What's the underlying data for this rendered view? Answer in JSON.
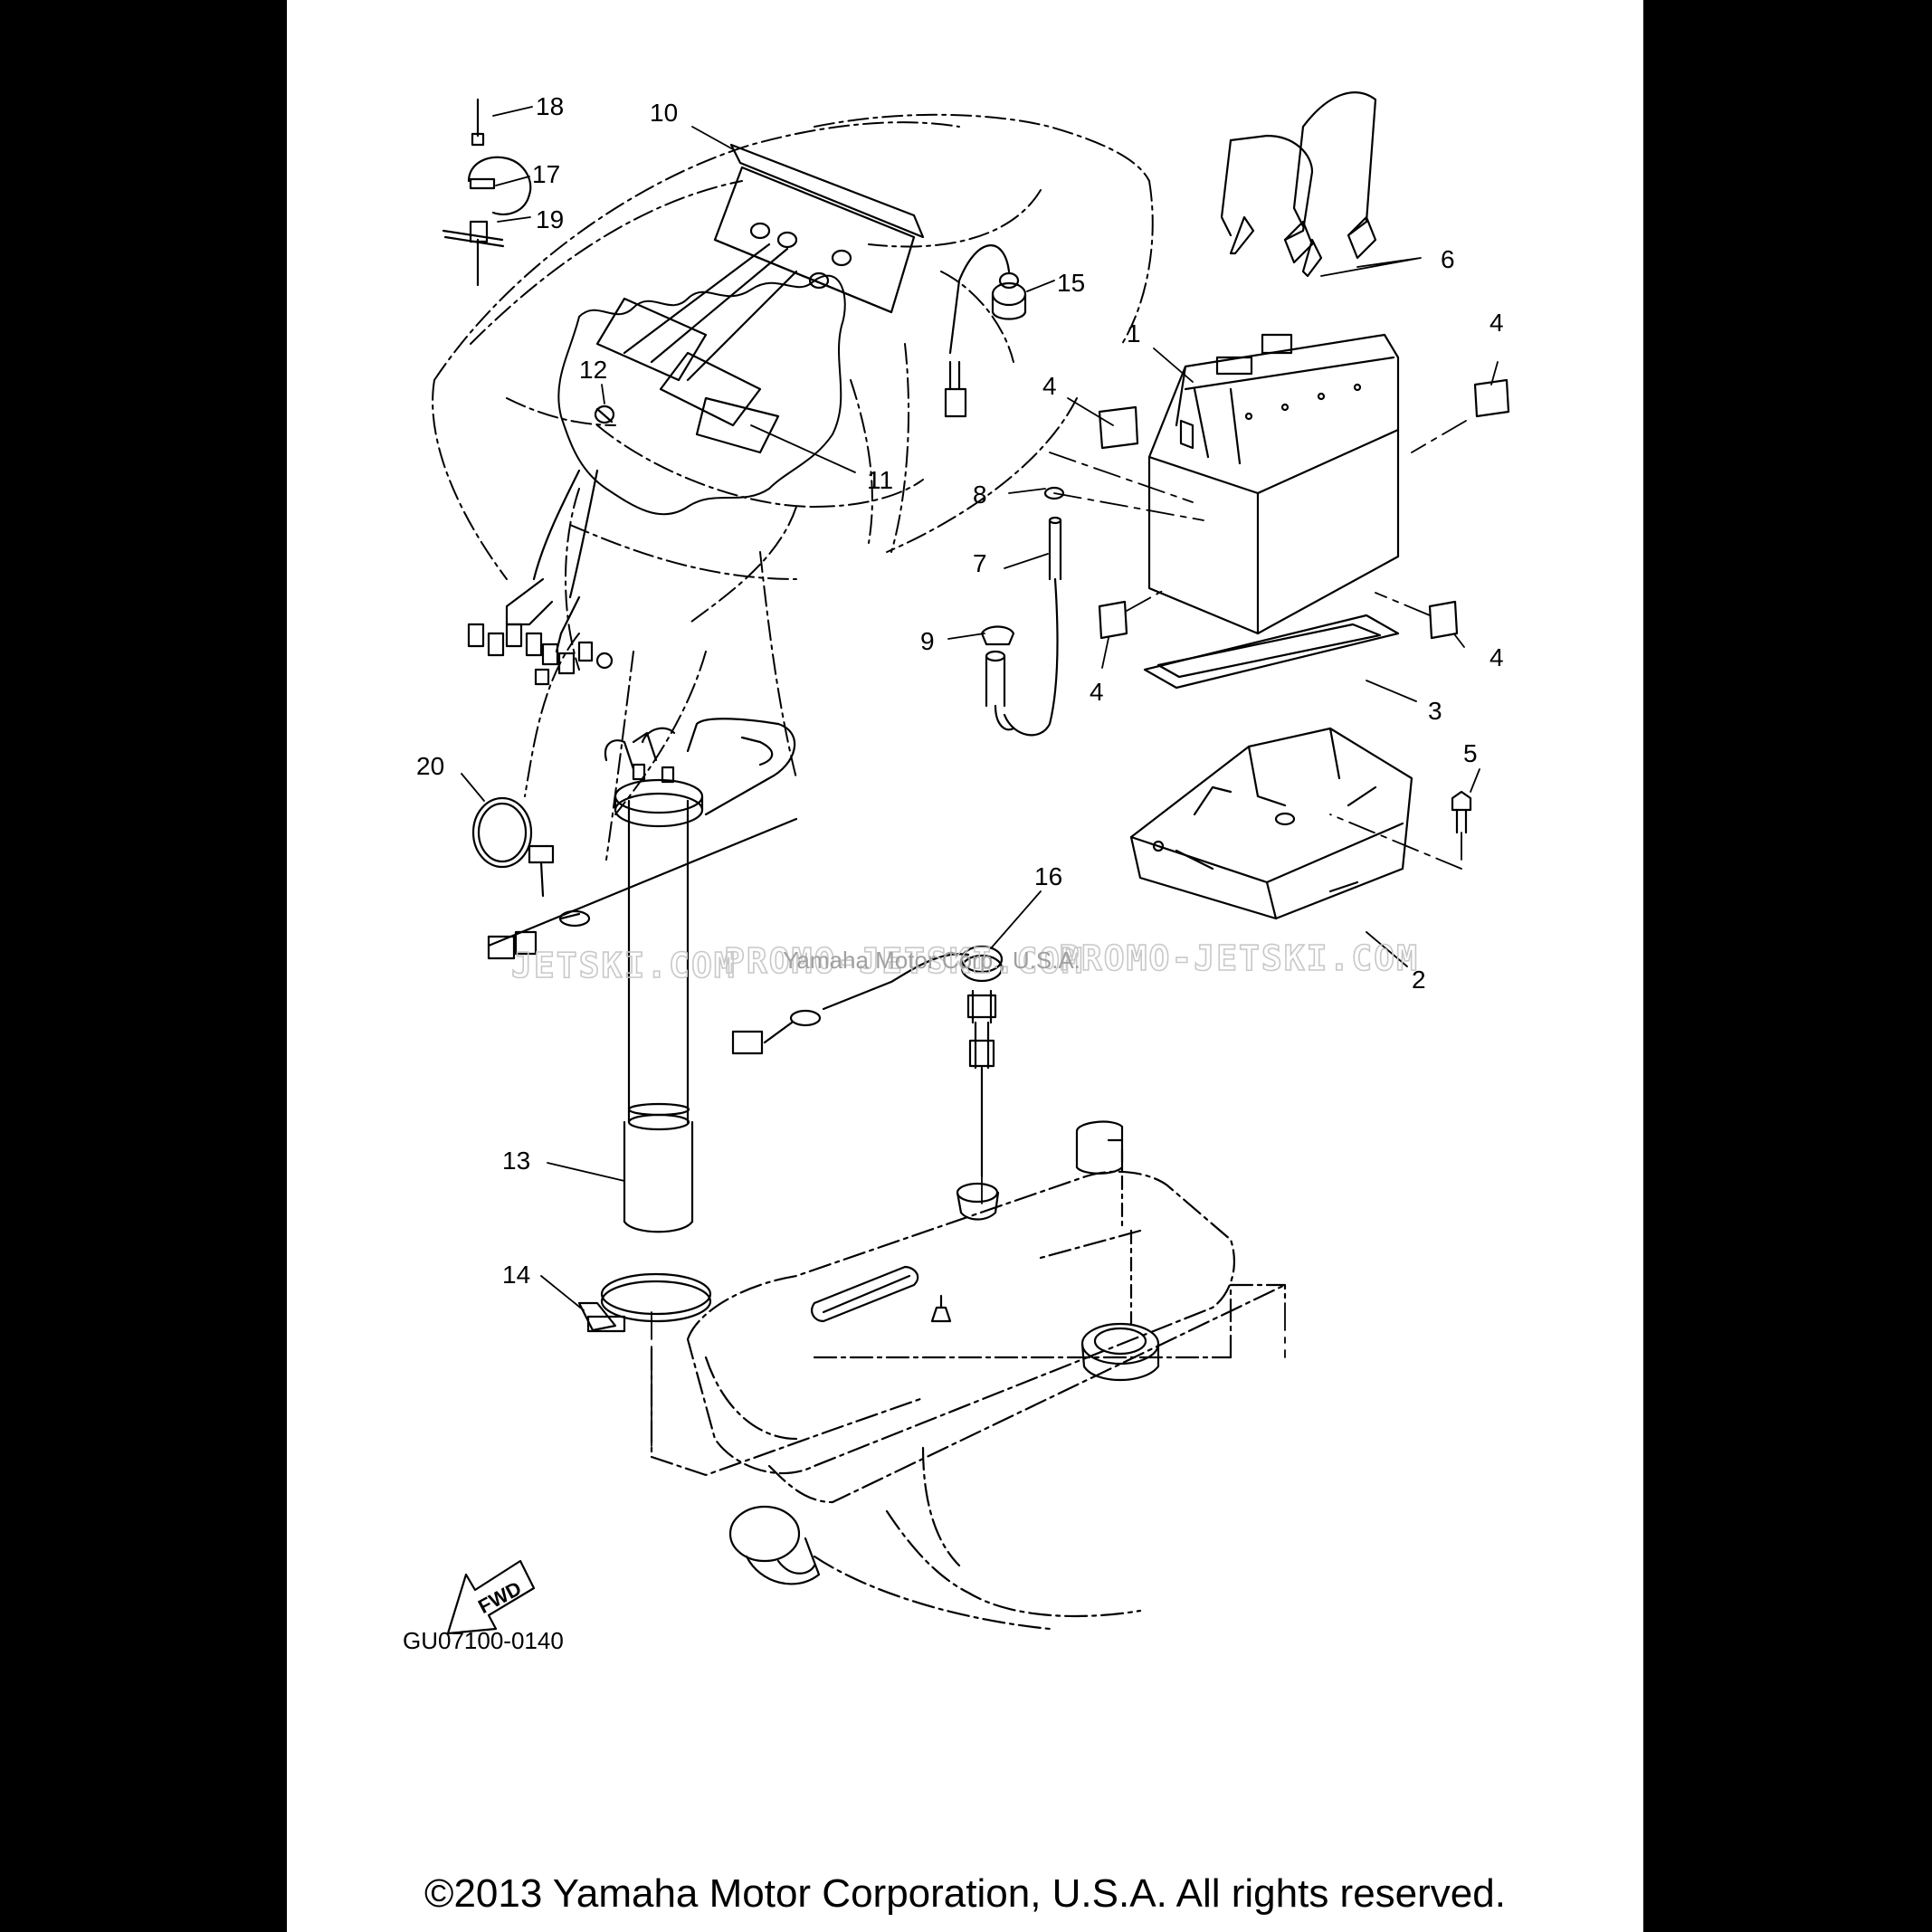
{
  "diagram": {
    "callouts": {
      "c1": "1",
      "c2": "2",
      "c3": "3",
      "c4a": "4",
      "c4b": "4",
      "c4c": "4",
      "c4d": "4",
      "c5": "5",
      "c6": "6",
      "c7": "7",
      "c8": "8",
      "c9": "9",
      "c10": "10",
      "c11": "11",
      "c12": "12",
      "c13": "13",
      "c14": "14",
      "c15": "15",
      "c16": "16",
      "c17": "17",
      "c18": "18",
      "c19": "19",
      "c20": "20"
    },
    "drawing_code": "GU07100-0140",
    "fwd_label": "FWD",
    "watermark": {
      "left": "JETSKI.COM",
      "mid": "PROMO-JETSKI.COM",
      "right": "PROMO-JETSKI.COM",
      "overlay": "Yamaha Motor Corp., U.S.A."
    }
  },
  "footer": {
    "copyright": "©2013 Yamaha Motor Corporation, U.S.A. All rights reserved."
  }
}
